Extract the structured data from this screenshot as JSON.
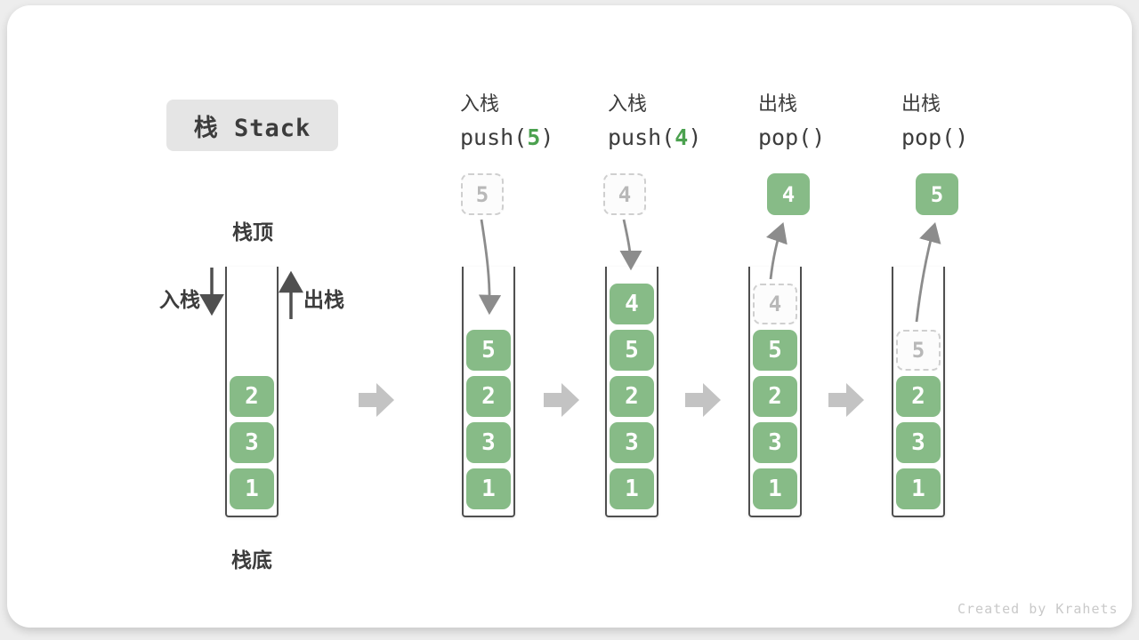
{
  "title": {
    "label": "栈 Stack"
  },
  "legend": {
    "stack_top": "栈顶",
    "stack_bottom": "栈底",
    "push_side": "入栈",
    "pop_side": "出栈"
  },
  "operations": [
    {
      "label": "入栈",
      "code_prefix": "push(",
      "code_arg": "5",
      "code_suffix": ")",
      "moved_value": "5",
      "moved_style": "ghost"
    },
    {
      "label": "入栈",
      "code_prefix": "push(",
      "code_arg": "4",
      "code_suffix": ")",
      "moved_value": "4",
      "moved_style": "ghost"
    },
    {
      "label": "出栈",
      "code_prefix": "pop(",
      "code_arg": "",
      "code_suffix": ")",
      "moved_value": "4",
      "moved_style": "solid"
    },
    {
      "label": "出栈",
      "code_prefix": "pop(",
      "code_arg": "",
      "code_suffix": ")",
      "moved_value": "5",
      "moved_style": "solid"
    }
  ],
  "stacks": [
    {
      "blocks": [
        "2",
        "3",
        "1"
      ]
    },
    {
      "blocks": [
        "5",
        "2",
        "3",
        "1"
      ]
    },
    {
      "blocks": [
        "4",
        "5",
        "2",
        "3",
        "1"
      ]
    },
    {
      "ghost": "4",
      "blocks": [
        "5",
        "2",
        "3",
        "1"
      ]
    },
    {
      "ghost": "5",
      "blocks": [
        "2",
        "3",
        "1"
      ]
    }
  ],
  "watermark": {
    "text": "Created by Krahets"
  },
  "colors": {
    "page_bg": "#ededed",
    "card_bg": "#ffffff",
    "ink": "#3c3c3c",
    "wall": "#4f4f4f",
    "green_block": "#87bb87",
    "green_text": "#4ba14f",
    "block_text": "#ffffff",
    "ghost_border": "#cfcfcf",
    "ghost_text": "#b8b8b8",
    "ghost_bg": "#fcfcfc",
    "flow_arrow": "#c3c3c3",
    "curve_arrow": "#8c8c8c",
    "dark_arrow": "#4f4f4f",
    "title_bg": "#e5e5e5",
    "watermark": "#c9c9c9"
  }
}
